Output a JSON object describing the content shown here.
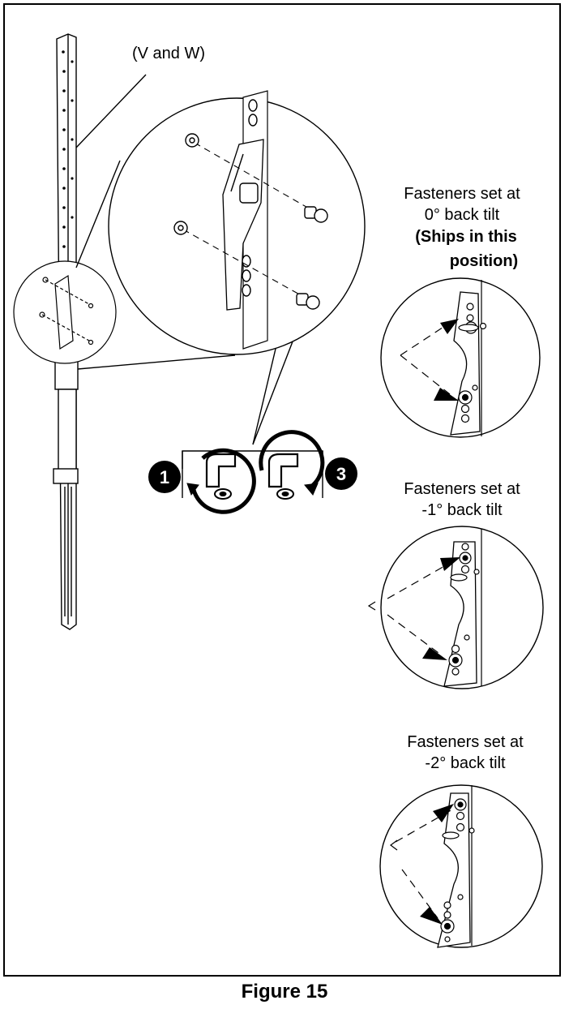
{
  "callout_label": "(V and W)",
  "tilt_options": [
    {
      "line1": "Fasteners set at",
      "line2": "0° back tilt",
      "note_line1": "(Ships in this",
      "note_line2": "position)"
    },
    {
      "line1": "Fasteners set at",
      "line2": "-1° back tilt"
    },
    {
      "line1": "Fasteners set at",
      "line2": "-2° back tilt"
    }
  ],
  "steps": {
    "loosen": "1",
    "tighten": "3"
  },
  "figure_caption": "Figure 15"
}
